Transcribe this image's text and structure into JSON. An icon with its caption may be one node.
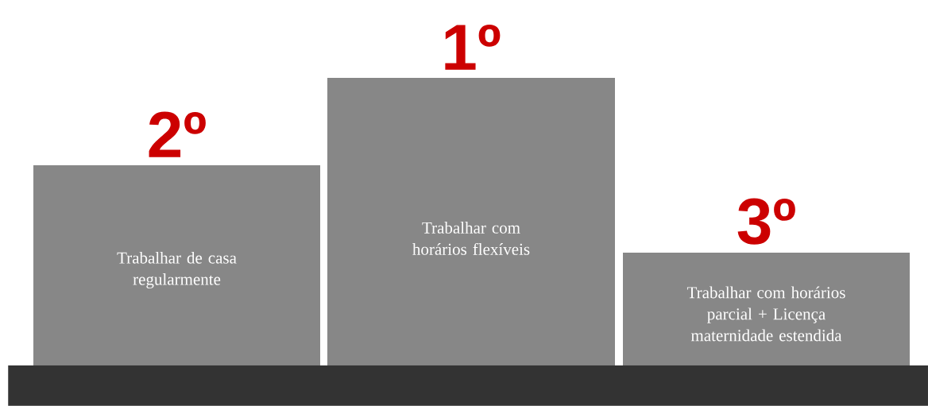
{
  "diagram": {
    "nodes": [
      {
        "text": [
          "2º",
          "Trabalhar de casa regularmente"
        ]
      },
      {
        "text": [
          "1º",
          "Trabalhar com horários flexíveis"
        ]
      },
      {
        "text": [
          "3º",
          "Trabalhar com horários parcial + Licença maternidade estendida"
        ]
      },
      {
        "text": [],
        "shape": "bar"
      }
    ]
  }
}
